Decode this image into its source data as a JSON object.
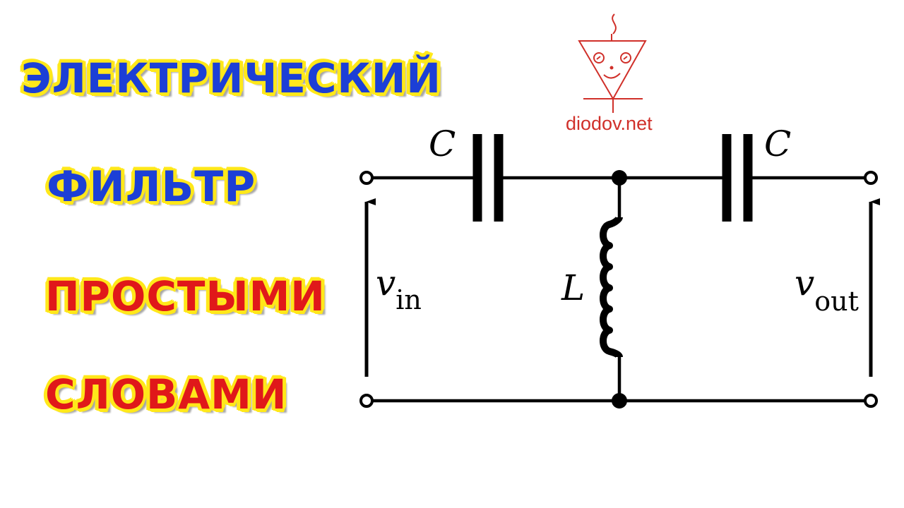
{
  "title": {
    "line1": "ЭЛЕКТРИЧЕСКИЙ",
    "line2": "ФИЛЬТР",
    "line3": "ПРОСТЫМИ",
    "line4": "СЛОВАМИ"
  },
  "logo": {
    "text": "diodov.net",
    "color": "#d0302a"
  },
  "circuit": {
    "capacitor_left_label": "C",
    "capacitor_right_label": "C",
    "inductor_label": "L",
    "input_voltage_symbol": "v",
    "input_voltage_subscript": "in",
    "output_voltage_symbol": "v",
    "output_voltage_subscript": "out"
  },
  "colors": {
    "title_blue": "#1c3fd6",
    "title_red": "#e0181a",
    "title_outline": "#ffe81a",
    "wire": "#000000"
  }
}
